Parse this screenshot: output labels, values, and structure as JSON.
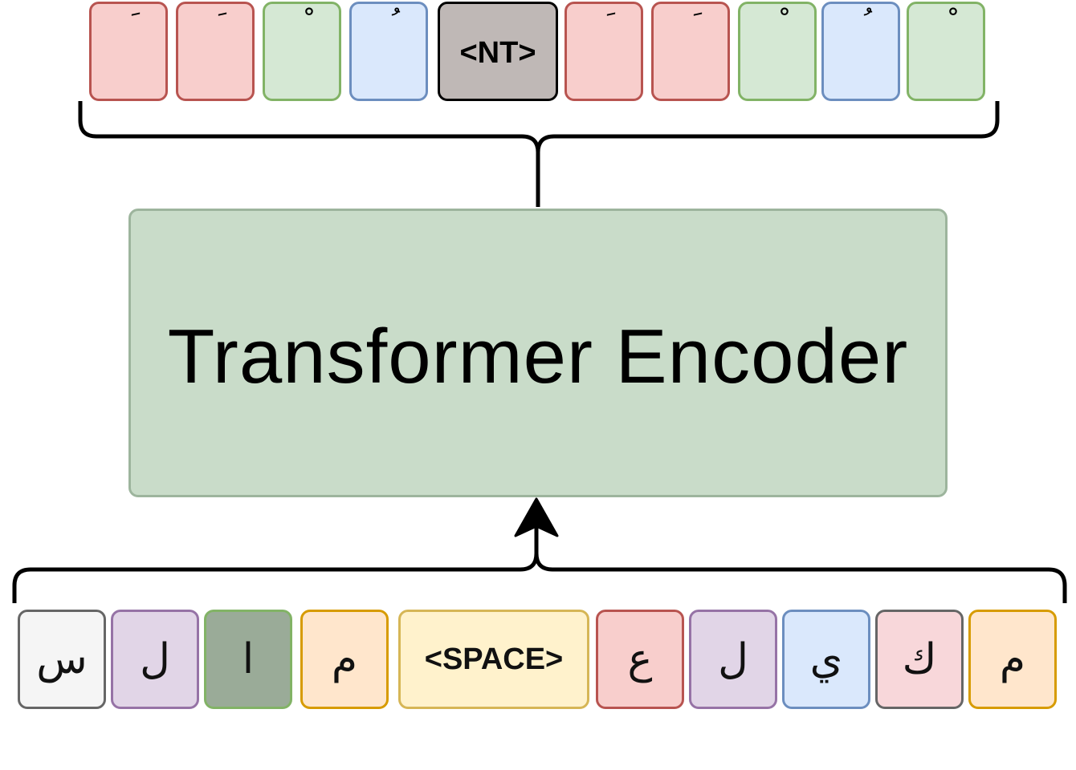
{
  "encoder": {
    "label": "Transformer Encoder"
  },
  "output_tokens": [
    {
      "text": "َ",
      "fill": "#f8cecc",
      "stroke": "#b85450",
      "special": false
    },
    {
      "text": "َ",
      "fill": "#f8cecc",
      "stroke": "#b85450",
      "special": false
    },
    {
      "text": "ْ",
      "fill": "#d5e8d4",
      "stroke": "#82b366",
      "special": false
    },
    {
      "text": "ُ",
      "fill": "#dae8fc",
      "stroke": "#6c8ebf",
      "special": false
    },
    {
      "text": "<NT>",
      "fill": "#bfb8b6",
      "stroke": "#000000",
      "special": true
    },
    {
      "text": "َ",
      "fill": "#f8cecc",
      "stroke": "#b85450",
      "special": false
    },
    {
      "text": "َ",
      "fill": "#f8cecc",
      "stroke": "#b85450",
      "special": false
    },
    {
      "text": "ْ",
      "fill": "#d5e8d4",
      "stroke": "#82b366",
      "special": false
    },
    {
      "text": "ُ",
      "fill": "#dae8fc",
      "stroke": "#6c8ebf",
      "special": false
    },
    {
      "text": "ْ",
      "fill": "#d5e8d4",
      "stroke": "#82b366",
      "special": false
    }
  ],
  "input_tokens": [
    {
      "text": "س",
      "fill": "#f5f5f5",
      "stroke": "#666666",
      "special": false
    },
    {
      "text": "ل",
      "fill": "#e1d5e7",
      "stroke": "#9673a6",
      "special": false
    },
    {
      "text": "ا",
      "fill": "#9aab98",
      "stroke": "#82b366",
      "special": false
    },
    {
      "text": "م",
      "fill": "#ffe6cc",
      "stroke": "#d79b00",
      "special": false
    },
    {
      "text": "<SPACE>",
      "fill": "#fff2cc",
      "stroke": "#d6b656",
      "special": true
    },
    {
      "text": "ع",
      "fill": "#f8cecc",
      "stroke": "#b85450",
      "special": false
    },
    {
      "text": "ل",
      "fill": "#e1d5e7",
      "stroke": "#9673a6",
      "special": false
    },
    {
      "text": "ي",
      "fill": "#dae8fc",
      "stroke": "#6c8ebf",
      "special": false
    },
    {
      "text": "ك",
      "fill": "#f8d7da",
      "stroke": "#666666",
      "special": false
    },
    {
      "text": "م",
      "fill": "#ffe6cc",
      "stroke": "#d79b00",
      "special": false
    }
  ]
}
